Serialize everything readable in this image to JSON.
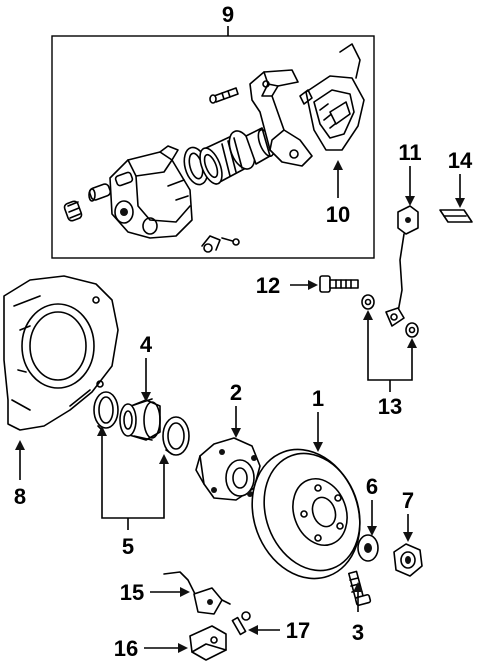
{
  "callouts": {
    "c1": "1",
    "c2": "2",
    "c3": "3",
    "c4": "4",
    "c5": "5",
    "c6": "6",
    "c7": "7",
    "c8": "8",
    "c9": "9",
    "c10": "10",
    "c11": "11",
    "c12": "12",
    "c13": "13",
    "c14": "14",
    "c15": "15",
    "c16": "16",
    "c17": "17"
  },
  "colors": {
    "ink": "#000000",
    "background": "#ffffff"
  }
}
